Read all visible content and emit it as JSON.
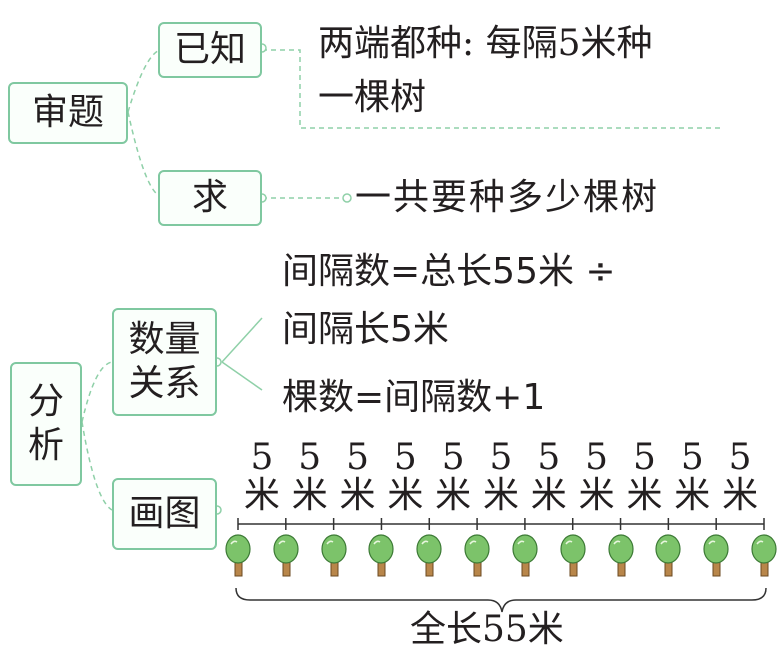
{
  "review": {
    "label": "审题",
    "known": {
      "label": "已知",
      "text_line1": "两端都种: 每隔5米种",
      "text_line2": "一棵树"
    },
    "ask": {
      "label": "求",
      "text": "一共要种多少棵树"
    }
  },
  "analysis": {
    "label_top": "分",
    "label_bottom": "析",
    "quantity": {
      "label_line1": "数量",
      "label_line2": "关系",
      "formula1_line1": "间隔数=总长55米 ÷",
      "formula1_line2": "间隔长5米",
      "formula2": "棵数=间隔数+1"
    },
    "drawing": {
      "label": "画图",
      "interval_number": "5",
      "interval_unit": "米",
      "interval_count": 11,
      "tree_count": 12,
      "total_label": "全长55米"
    }
  },
  "colors": {
    "box_border": "#7fc8a0",
    "connector": "#8fd0a8",
    "tree_crown": "#7cc36a",
    "tree_trunk": "#b8864a"
  }
}
